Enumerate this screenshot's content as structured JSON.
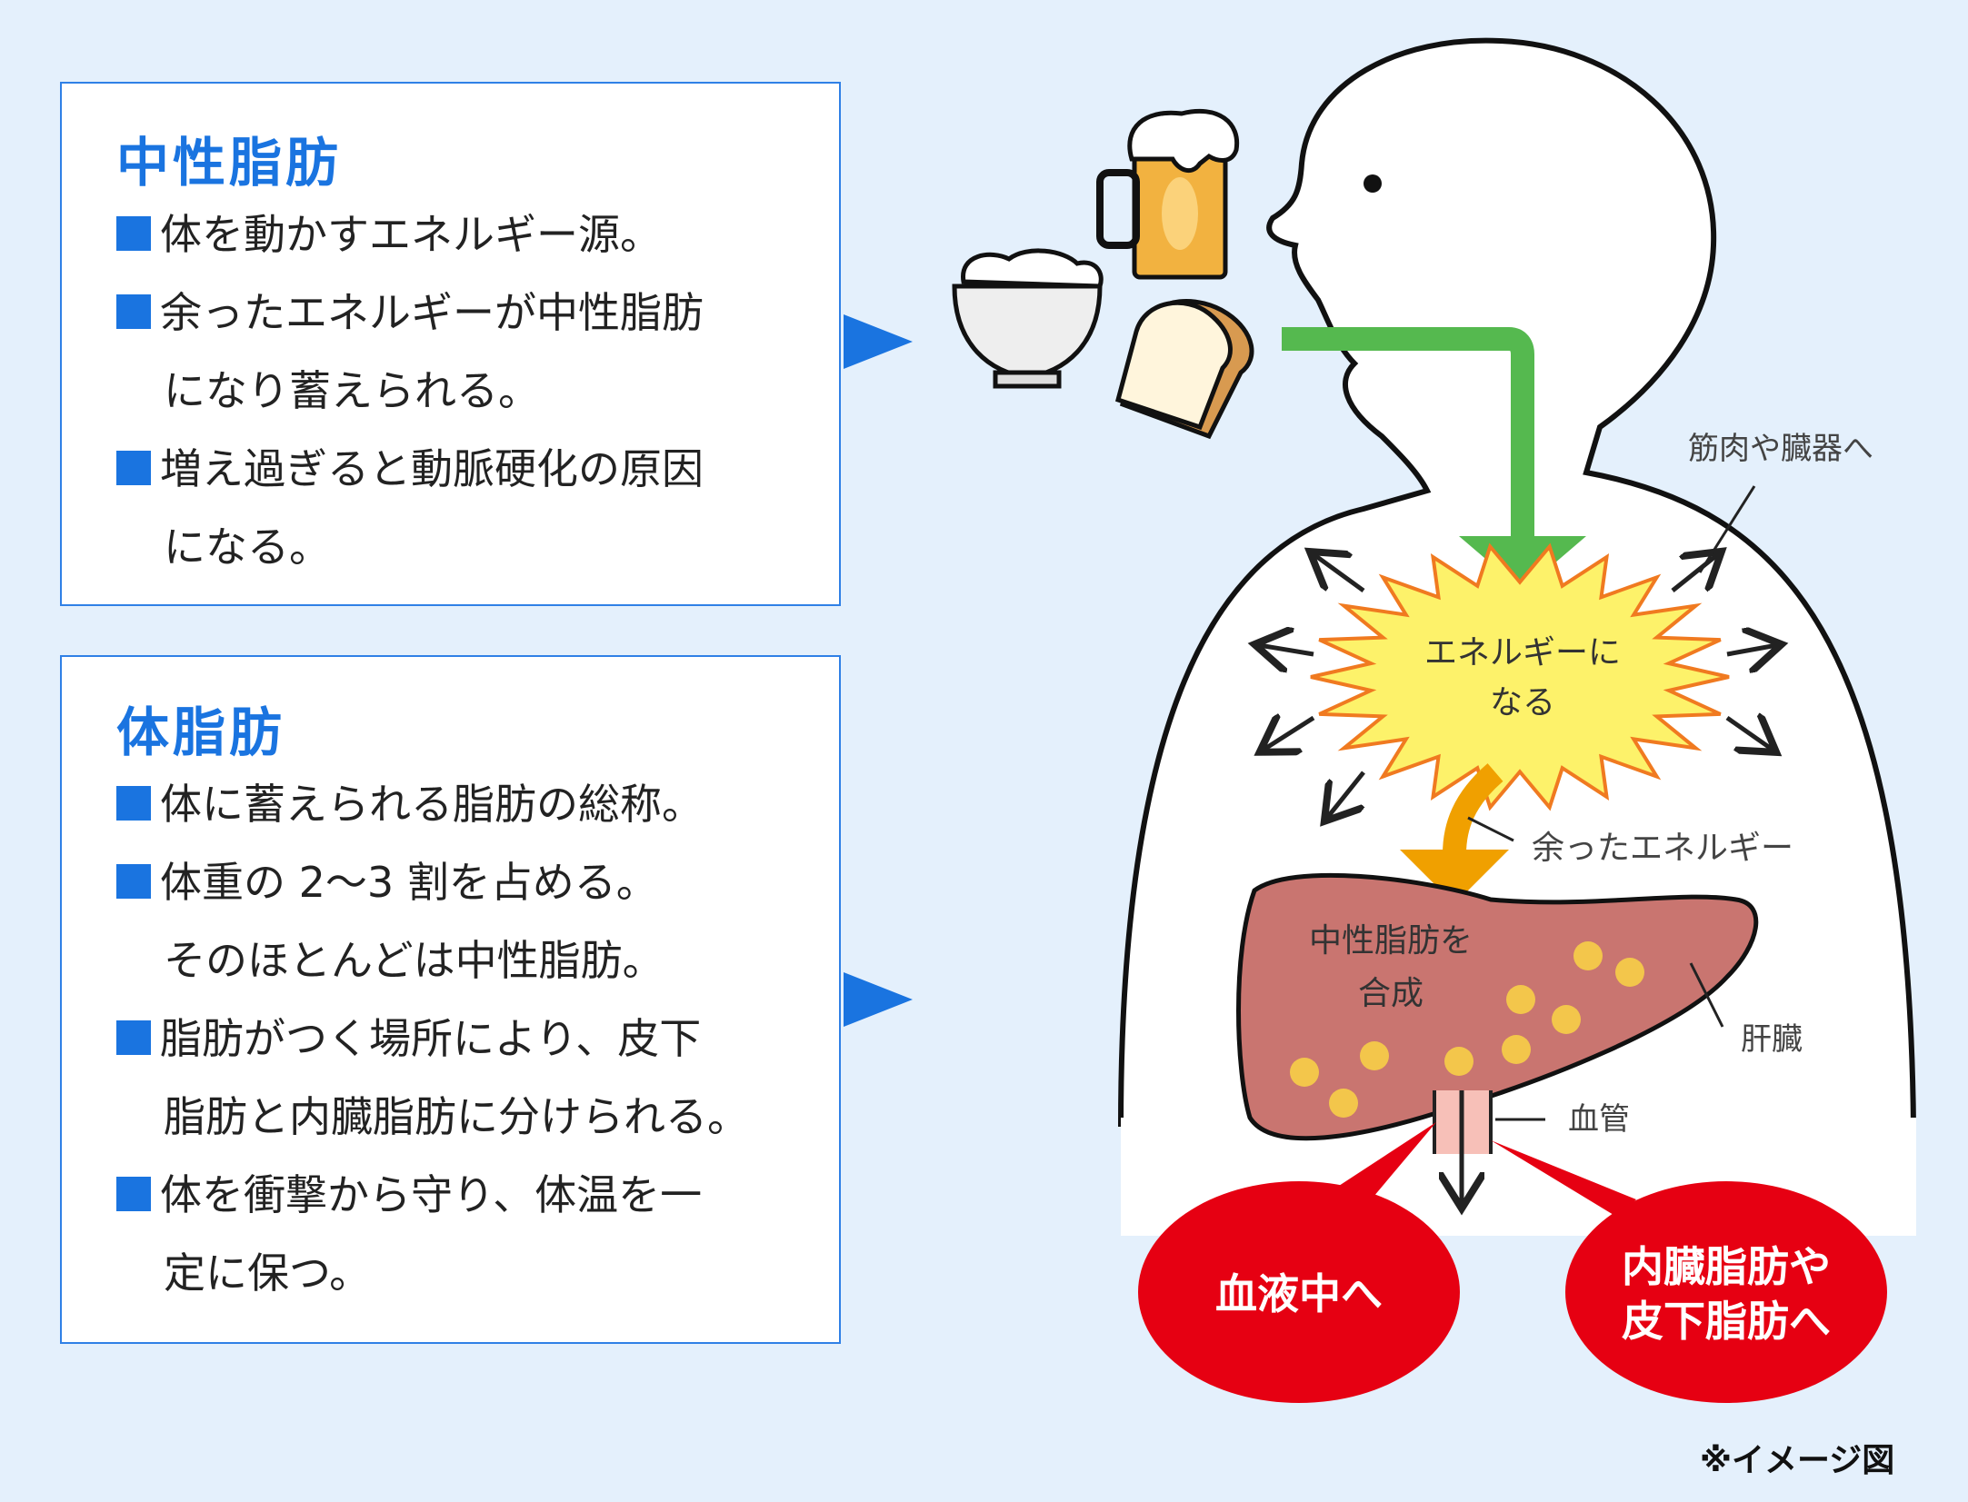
{
  "neutral_fat": {
    "title": "中性脂肪",
    "lines": [
      "体を動かすエネルギー源。",
      "余ったエネルギーが中性脂肪",
      "になり蓄えられる。",
      "増え過ぎると動脈硬化の原因",
      "になる。"
    ]
  },
  "body_fat": {
    "title": "体脂肪",
    "lines": [
      "体に蓄えられる脂肪の総称。",
      "体重の 2〜3 割を占める。",
      "そのほとんどは中性脂肪。",
      "脂肪がつく場所により、皮下",
      "脂肪と内臓脂肪に分けられる。",
      "体を衝撃から守り、体温を一",
      "定に保つ。"
    ]
  },
  "diagram": {
    "energy_line1": "エネルギーに",
    "energy_line2": "なる",
    "to_muscles": "筋肉や臓器へ",
    "surplus": "余ったエネルギー",
    "synth_line1": "中性脂肪を",
    "synth_line2": "合成",
    "liver": "肝臓",
    "vessel": "血管",
    "to_blood": "血液中へ",
    "to_fat_line1": "内臓脂肪や",
    "to_fat_line2": "皮下脂肪へ"
  },
  "note": "※イメージ図",
  "colors": {
    "accent": "#1a74e0",
    "arrow_green": "#55b94f",
    "arrow_orange": "#f0a000",
    "liver": "#c97570",
    "red": "#e60012"
  }
}
